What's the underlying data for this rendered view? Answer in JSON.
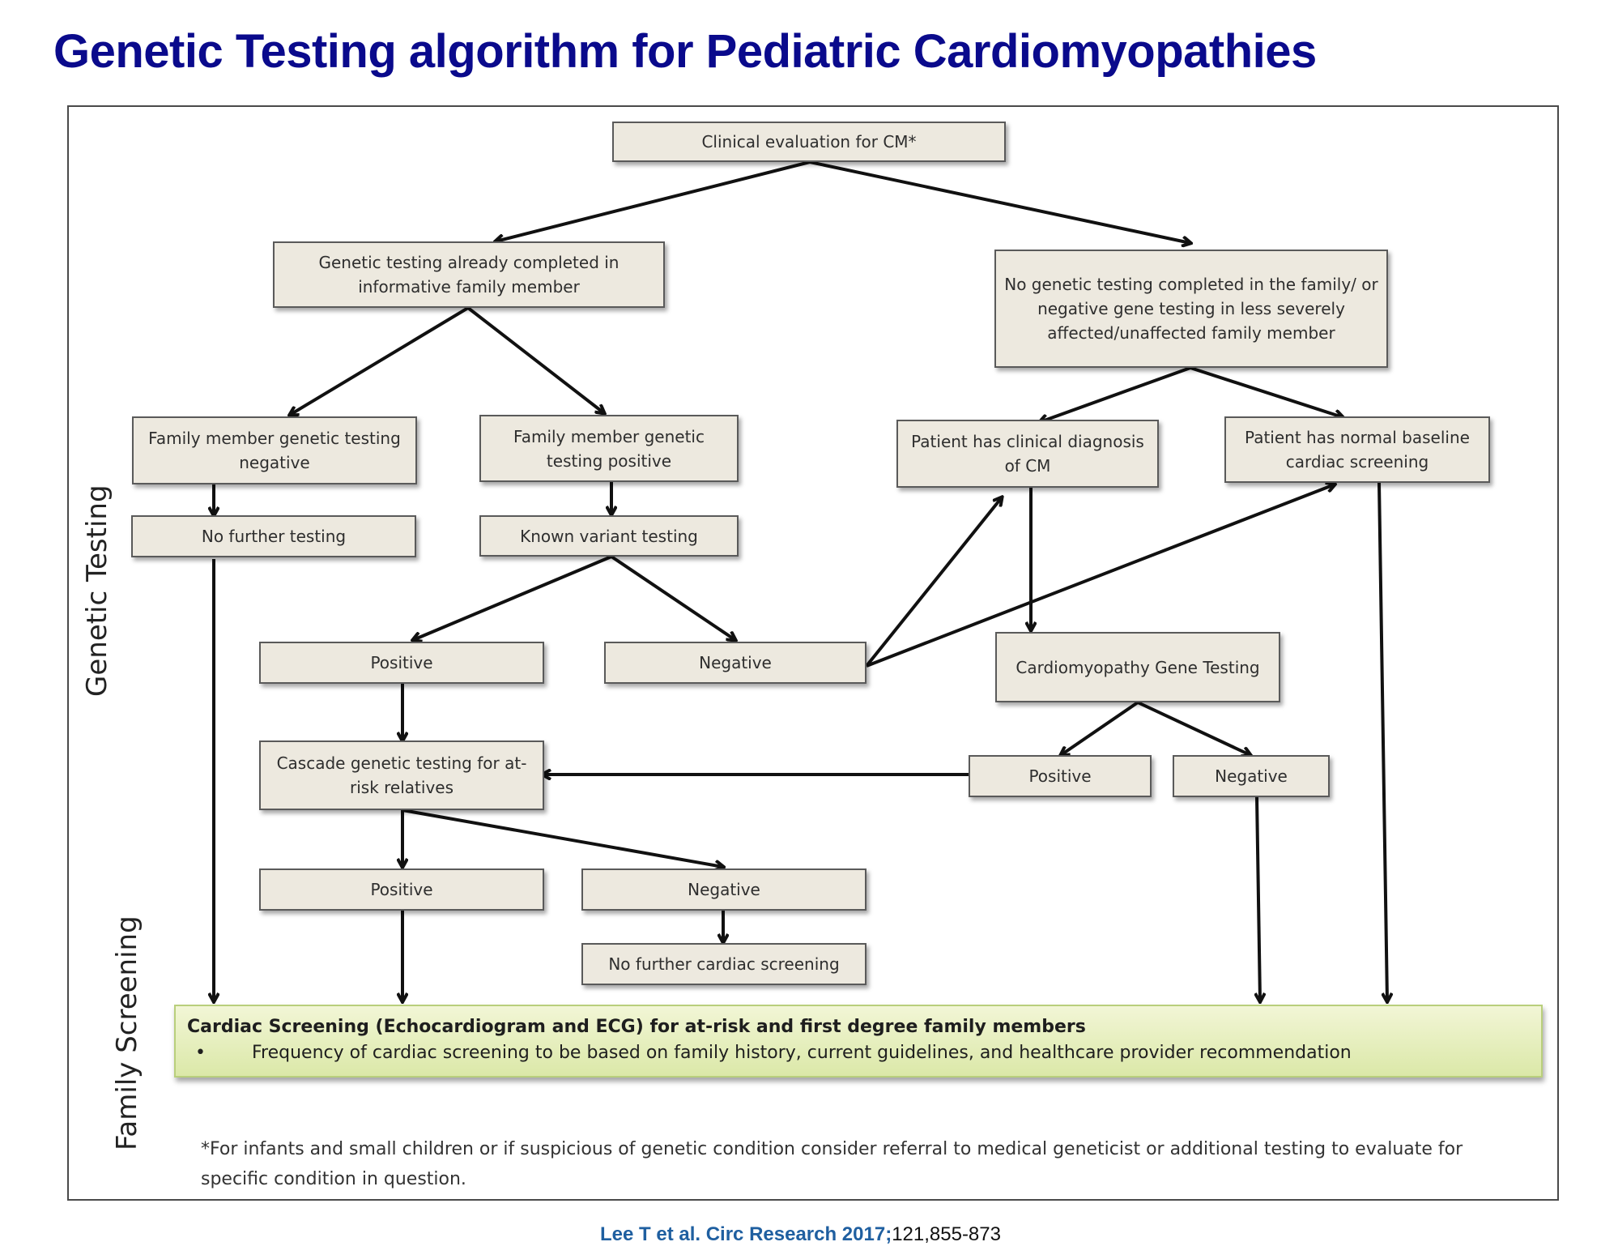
{
  "title": "Genetic Testing algorithm for Pediatric Cardiomyopathies",
  "side_labels": {
    "genetic_testing": "Genetic Testing",
    "family_screening": "Family Screening"
  },
  "nodes": {
    "clinical_eval": "Clinical evaluation for CM*",
    "testing_completed": "Genetic testing  already completed in informative family member",
    "no_testing": "No genetic testing completed in the family/ or negative gene testing in less severely affected/unaffected family member",
    "fm_negative": "Family member genetic testing negative",
    "fm_positive": "Family member genetic testing positive",
    "patient_clinical_dx": "Patient has clinical diagnosis of CM",
    "patient_normal": "Patient has normal baseline cardiac screening",
    "no_further_testing": "No further testing",
    "known_variant": "Known variant testing",
    "kv_positive": "Positive",
    "kv_negative": "Negative",
    "cm_gene_testing": "Cardiomyopathy Gene Testing",
    "cascade": "Cascade genetic testing for at-risk relatives",
    "cm_positive": "Positive",
    "cm_negative": "Negative",
    "cascade_positive": "Positive",
    "cascade_negative": "Negative",
    "no_further_screening": "No further cardiac screening"
  },
  "screening_box": {
    "title": "Cardiac Screening (Echocardiogram and ECG) for at-risk and first degree family members",
    "bullet_symbol": "•",
    "bullet": "Frequency of cardiac screening to be based on family history, current guidelines, and healthcare provider recommendation"
  },
  "footnote": "*For infants and small children or if suspicious of genetic condition consider referral to medical geneticist or additional testing to evaluate for specific condition in question.",
  "citation": {
    "source": "Lee T et al. Circ Research 2017;",
    "pages": "121,855-873"
  },
  "colors": {
    "title": "#0a0a8c",
    "box_fill": "#ede9df",
    "screening_fill": "#dbe8a8",
    "citation_blue": "#1f5fa0"
  }
}
